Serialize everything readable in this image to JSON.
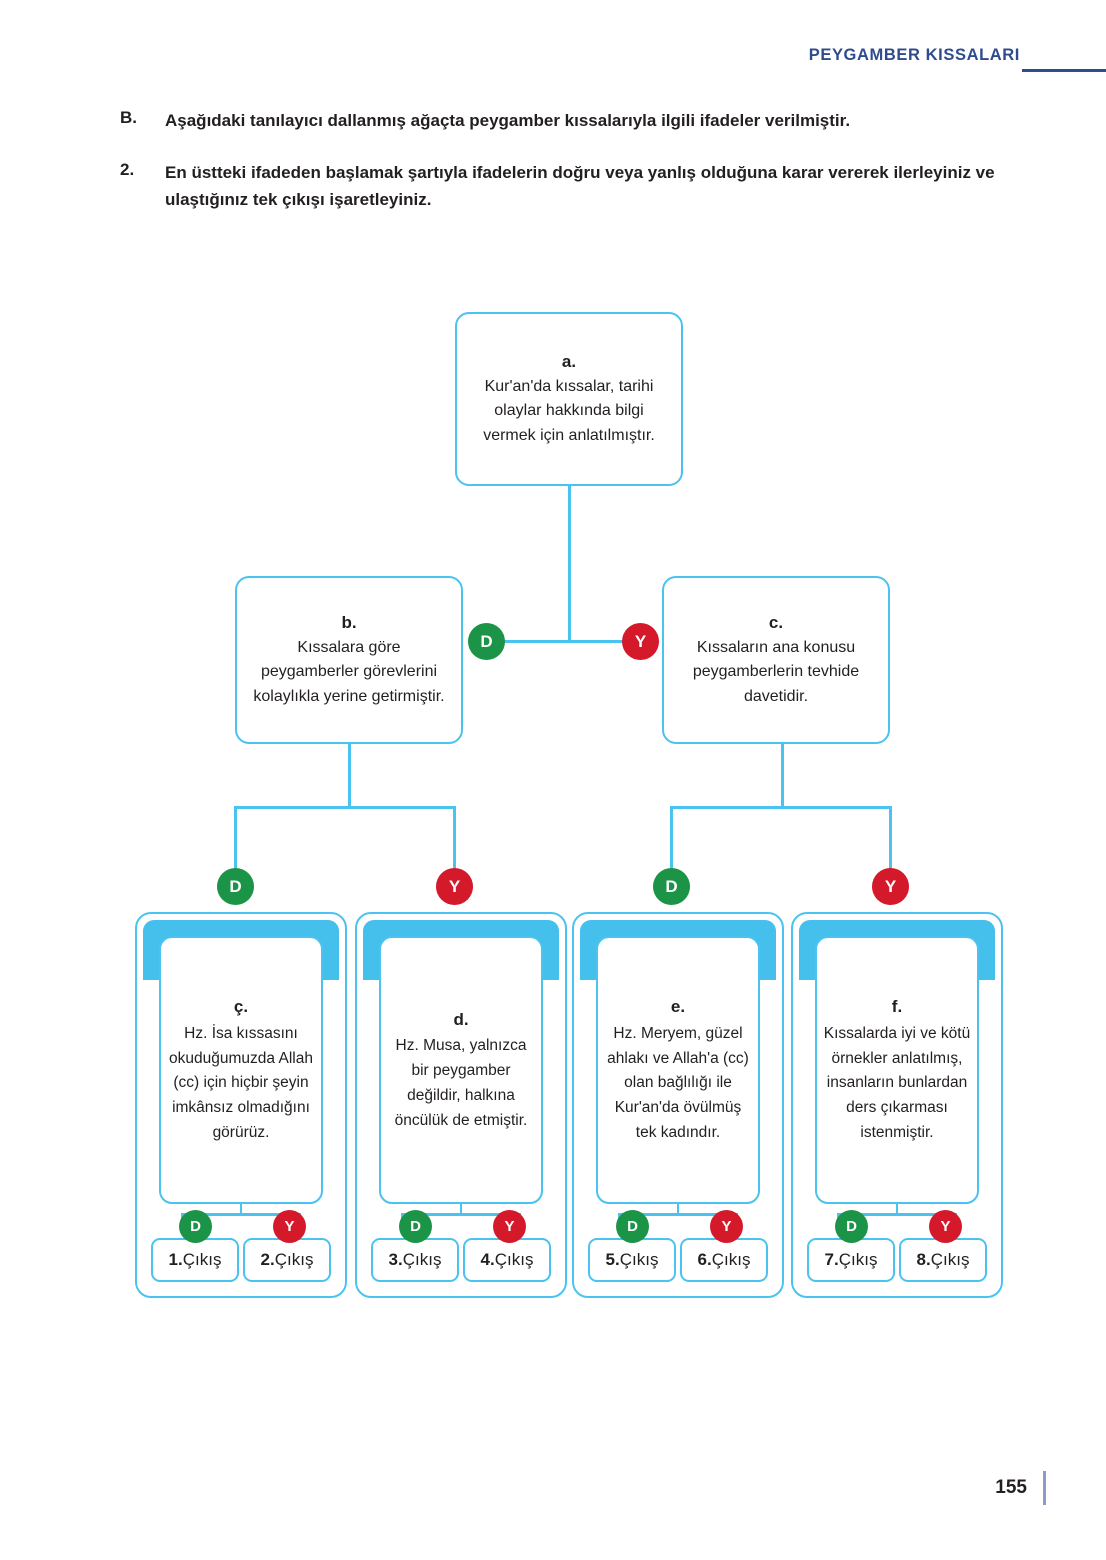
{
  "header": {
    "title": "PEYGAMBER KISSALARI"
  },
  "instructions": [
    {
      "marker": "B.",
      "text": "Aşağıdaki tanılayıcı dallanmış ağaçta peygamber kıssalarıyla ilgili ifadeler verilmiştir."
    },
    {
      "marker": "2.",
      "text": "En üstteki ifadeden başlamak şartıyla ifadelerin doğru veya yanlış olduğuna karar vererek ilerleyiniz ve ulaştığınız tek çıkışı işaretleyiniz."
    }
  ],
  "diagram": {
    "type": "branching-tree",
    "decision_labels": {
      "true": "D",
      "false": "Y"
    },
    "colors": {
      "branch_line": "#4bc3f0",
      "card_border": "#4bc3f0",
      "blue_fill": "#45bfec",
      "true_circle": "#1b9447",
      "false_circle": "#d4192a",
      "header_blue": "#2f4b8f"
    },
    "root": {
      "letter": "a.",
      "text": "Kur'an'da kıssalar, tarihi olaylar hakkında bilgi vermek için anlatılmıştır."
    },
    "level2": [
      {
        "branch": "D",
        "letter": "b.",
        "text": "Kıssalara göre peygamberler görevlerini kolaylıkla yerine getirmiştir."
      },
      {
        "branch": "Y",
        "letter": "c.",
        "text": "Kıssaların ana konusu peygamberlerin tevhide davetidir."
      }
    ],
    "level3": [
      {
        "branch": "D",
        "letter": "ç.",
        "text": "Hz. İsa kıssasını okuduğumuzda Allah (cc) için hiçbir şeyin imkânsız olmadığını görürüz.",
        "exits": [
          {
            "branch": "D",
            "number": "1.",
            "label": "Çıkış"
          },
          {
            "branch": "Y",
            "number": "2.",
            "label": "Çıkış"
          }
        ]
      },
      {
        "branch": "Y",
        "letter": "d.",
        "text": "Hz. Musa, yalnızca bir peygamber değildir, halkına öncülük de etmiştir.",
        "exits": [
          {
            "branch": "D",
            "number": "3.",
            "label": "Çıkış"
          },
          {
            "branch": "Y",
            "number": "4.",
            "label": "Çıkış"
          }
        ]
      },
      {
        "branch": "D",
        "letter": "e.",
        "text": "Hz. Meryem, güzel ahlakı ve Allah'a (cc) olan bağlılığı ile Kur'an'da övülmüş tek kadındır.",
        "exits": [
          {
            "branch": "D",
            "number": "5.",
            "label": "Çıkış"
          },
          {
            "branch": "Y",
            "number": "6.",
            "label": "Çıkış"
          }
        ]
      },
      {
        "branch": "Y",
        "letter": "f.",
        "text": "Kıssalarda iyi ve kötü örnekler anlatılmış, insanların bunlardan ders çıkarması istenmiştir.",
        "exits": [
          {
            "branch": "D",
            "number": "7.",
            "label": "Çıkış"
          },
          {
            "branch": "Y",
            "number": "8.",
            "label": "Çıkış"
          }
        ]
      }
    ]
  },
  "footer": {
    "page_number": "155"
  }
}
